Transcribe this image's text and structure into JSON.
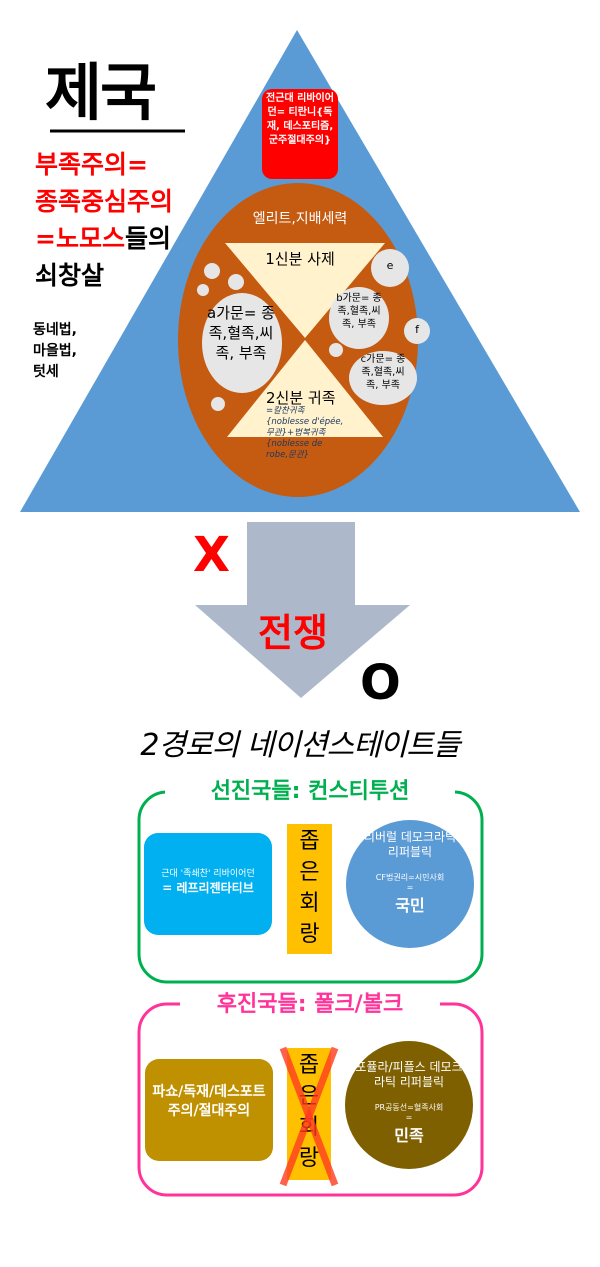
{
  "title": "제국",
  "red_lines": [
    "부족주의=",
    "종족중심주의",
    "=노모스"
  ],
  "red_tail": "들의",
  "black_line": "쇠창살",
  "local_law": [
    "동네법,",
    "마을법,",
    "텃세"
  ],
  "tyranny_box": "전근대 리바이어던= 티란니{독재, 데스포티즘, 군주절대주의}",
  "elite": "엘리트,지배세력",
  "estate1": "1신분 사제",
  "estate2": "2신분 귀족",
  "estate2_detail": "=칼찬귀족{noblesse d'épée,무관}+법복귀족{noblesse de robe,문관}",
  "clan_a": "a가문= 종족,혈족,씨족, 부족",
  "clan_b": "b가문= 종족,혈족,씨족, 부족",
  "clan_c": "c가문= 종족,혈족,씨족, 부족",
  "clan_e": "e",
  "clan_f": "f",
  "x_mark": "X",
  "war": "전쟁",
  "o_mark": "O",
  "subtitle": "2경로의 네이션스테이트들",
  "advanced": {
    "heading": "선진국들: 컨스티투션",
    "left_small": "근대 '족쇄찬' 리바이어던",
    "left_big": "= 레프리젠타티브",
    "corridor": [
      "좁",
      "은",
      "회",
      "랑"
    ],
    "circle_title": "리버럴 데모크라틱 리퍼블릭",
    "circle_small": "CF법권리=시민사회",
    "circle_eq": "=",
    "circle_big": "국민"
  },
  "late": {
    "heading": "후진국들: 폴크/볼크",
    "left": "파쇼/독재/데스포트주의/절대주의",
    "corridor": [
      "좁",
      "은",
      "회",
      "랑"
    ],
    "circle_title": "포퓰라/피플스 데모크라틱 리퍼블릭",
    "circle_small": "PR공동선=혈족사회",
    "circle_eq": "=",
    "circle_big": "민족"
  },
  "colors": {
    "triangle": "#5b9bd5",
    "ellipse": "#c55a11",
    "red": "#ff0000",
    "green": "#00b050",
    "pink": "#ff3399",
    "arrow": "#adb9ca",
    "cyan": "#00b0f0",
    "gold": "#bf9000",
    "olive": "#7f6000",
    "yellow": "#ffc000"
  }
}
